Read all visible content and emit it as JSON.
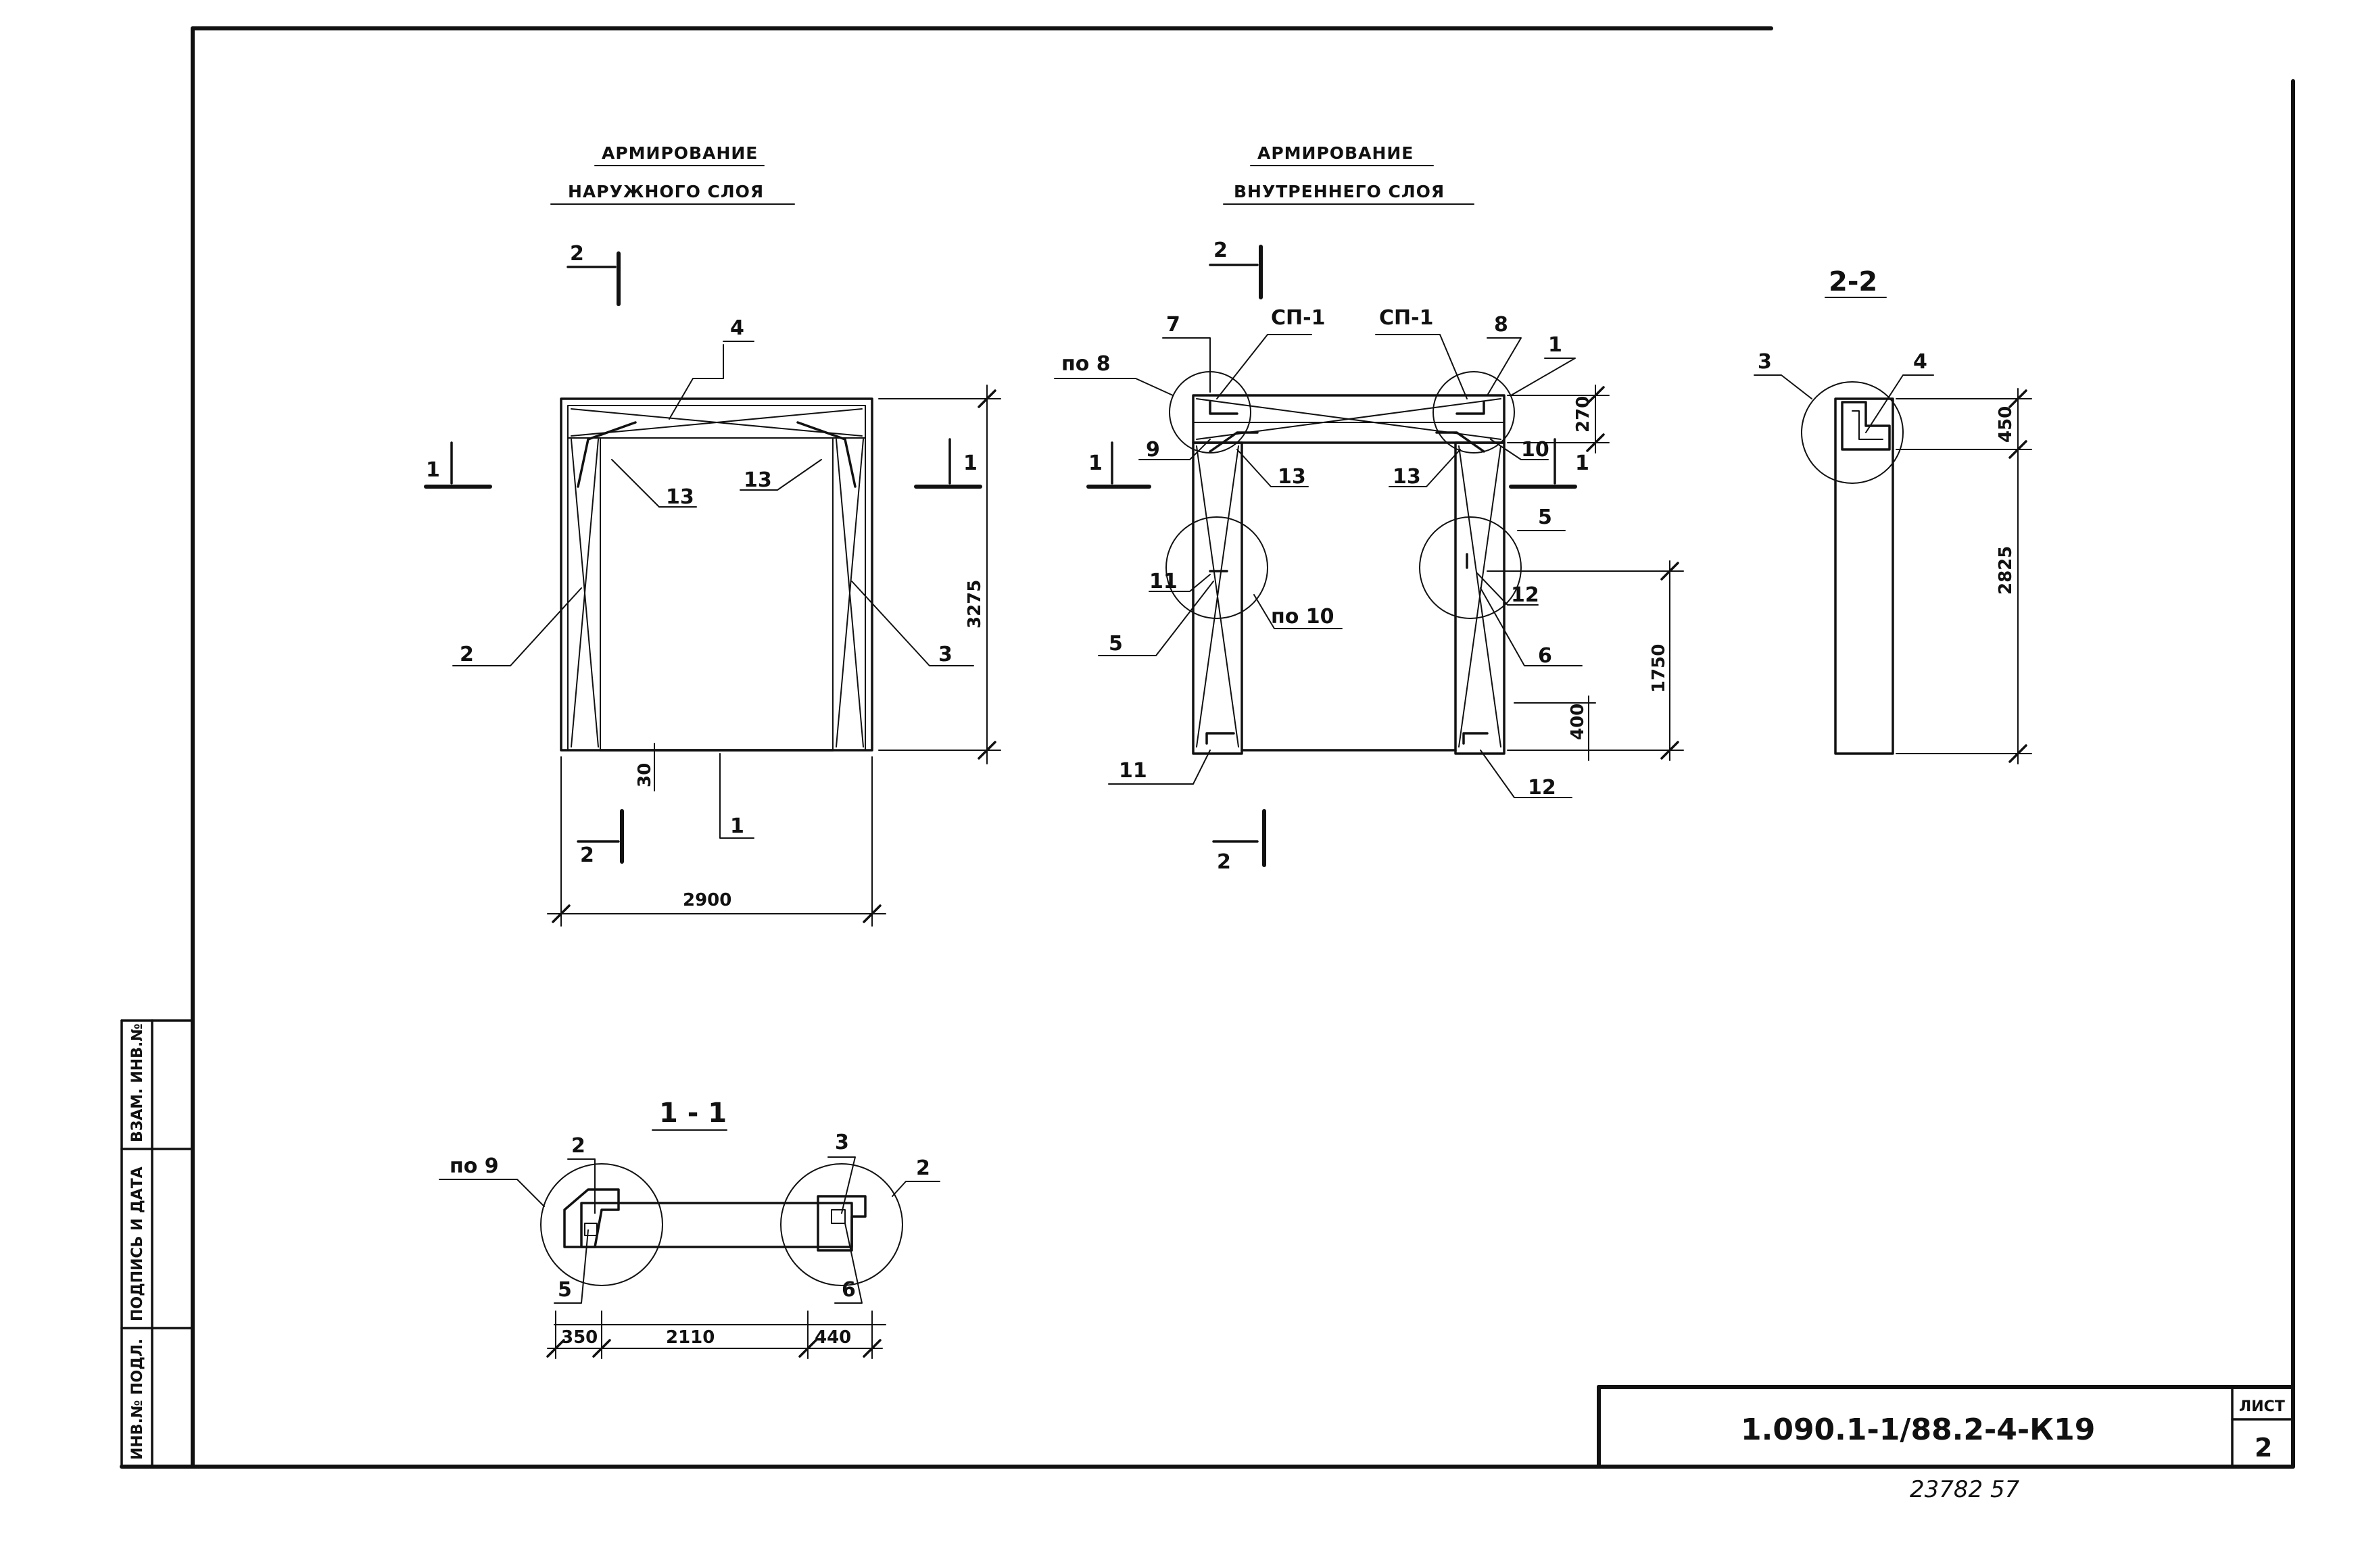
{
  "titles": {
    "outer_l1": "АРМИРОВАНИЕ",
    "outer_l2": "НАРУЖНОГО СЛОЯ",
    "inner_l1": "АРМИРОВАНИЕ",
    "inner_l2": "ВНУТРЕННЕГО СЛОЯ"
  },
  "sections": {
    "s22": "2-2",
    "s11": "1 - 1"
  },
  "outer_view": {
    "cut_marks": [
      "2",
      "2",
      "1",
      "1"
    ],
    "positions": [
      "4",
      "13",
      "13",
      "2",
      "3",
      "1"
    ],
    "dims": {
      "height": "3275",
      "width": "2900",
      "gap": "30"
    }
  },
  "inner_view": {
    "cut_marks": [
      "2",
      "2",
      "1",
      "1"
    ],
    "positions": [
      "7",
      "СП-1",
      "СП-1",
      "8",
      "1",
      "9",
      "13",
      "13",
      "10",
      "5",
      "11",
      "12",
      "6",
      "11",
      "12",
      "5"
    ],
    "notes": [
      "по 8",
      "по 10"
    ],
    "dims": {
      "top": "270",
      "mid": "1750",
      "bot": "400"
    }
  },
  "section_22": {
    "positions": [
      "3",
      "4"
    ],
    "dims": {
      "top": "450",
      "main": "2825"
    }
  },
  "section_11": {
    "positions": [
      "2",
      "3",
      "2",
      "5",
      "6"
    ],
    "notes": [
      "по 9"
    ],
    "dims": [
      "350",
      "2110",
      "440"
    ]
  },
  "stamp": {
    "labels": [
      "ВЗАМ. ИНВ.№",
      "ПОДПИСЬ И ДАТА",
      "ИНВ.№ ПОДЛ."
    ],
    "doc_code": "1.090.1-1/88.2-4-К19",
    "sheet_label": "ЛИСТ",
    "sheet_no": "2",
    "handwritten": "23782 57"
  }
}
